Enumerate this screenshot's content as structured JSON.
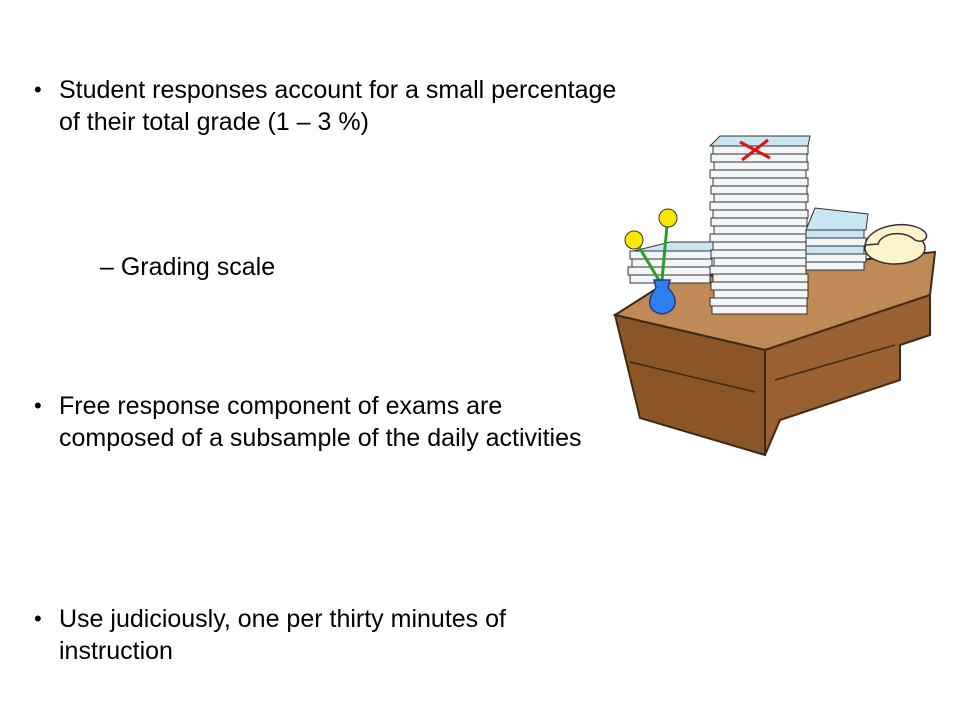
{
  "bullets": [
    {
      "marker": "•",
      "text": "Student responses account for a small percentage of their total grade (1 – 3 %)"
    },
    {
      "marker": "•",
      "text": "Free response component of exams are composed of a subsample of the daily activities"
    },
    {
      "marker": "•",
      "text": "Use judiciously, one per thirty minutes of instruction"
    }
  ],
  "subbullets": [
    {
      "marker": "–",
      "text": "Grading scale"
    }
  ],
  "illustration": {
    "icon": "desk-with-paper-stacks-icon",
    "colors": {
      "desk_top": "#c08a56",
      "desk_body": "#8b5526",
      "paper": "#f2f6f8",
      "paper_blue": "#c7e6f2",
      "vase": "#2f7ff0",
      "flower": "#ffe800",
      "mark": "#e01010",
      "phone": "#fff3cc"
    }
  }
}
